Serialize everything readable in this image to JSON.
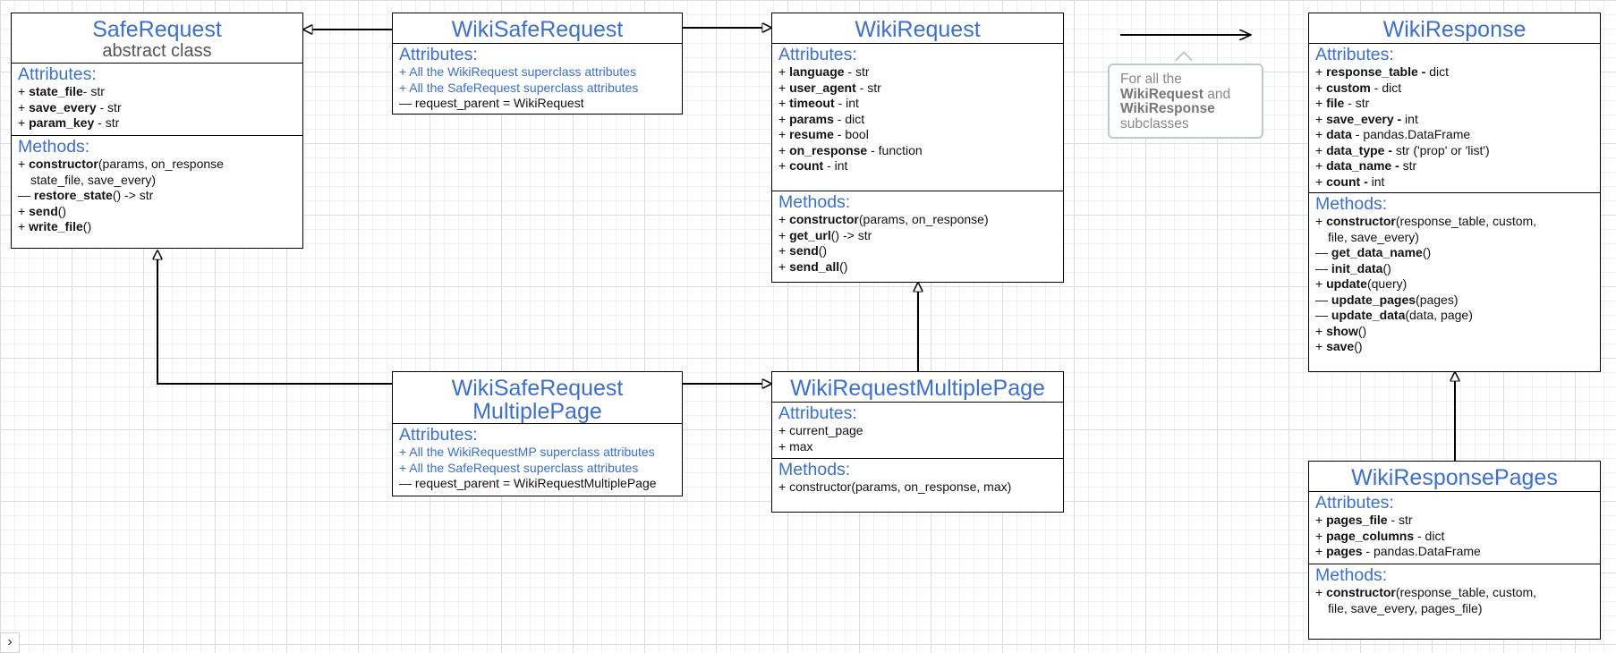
{
  "classes": {
    "safe_request": {
      "title": "SafeRequest",
      "subtitle": "abstract class",
      "attributes_heading": "Attributes:",
      "attributes": [
        {
          "prefix": "+ ",
          "name": "state_file",
          "suffix": "- str"
        },
        {
          "prefix": "+ ",
          "name": "save_every",
          "suffix": " - str"
        },
        {
          "prefix": "+ ",
          "name": "param_key",
          "suffix": " - str"
        }
      ],
      "methods_heading": "Methods:",
      "methods": [
        {
          "prefix": "+ ",
          "name": "constructor",
          "suffix": "(params, on_response"
        },
        {
          "prefix": "",
          "name": "",
          "suffix": "state_file, save_every)"
        },
        {
          "prefix": "— ",
          "name": "restore_state",
          "suffix": "() -> str"
        },
        {
          "prefix": "+ ",
          "name": "send",
          "suffix": "()"
        },
        {
          "prefix": "+ ",
          "name": "write_file",
          "suffix": "()"
        }
      ]
    },
    "wiki_safe_request": {
      "title": "WikiSafeRequest",
      "attributes_heading": "Attributes:",
      "attributes": [
        {
          "prefix": "+ ",
          "name": "",
          "suffix": "All the WikiRequest superclass attributes",
          "blue": true
        },
        {
          "prefix": "+ ",
          "name": "",
          "suffix": "All the SafeRequest superclass attributes",
          "blue": true
        },
        {
          "prefix": "— ",
          "name": "",
          "suffix": "request_parent = WikiRequest"
        }
      ]
    },
    "wiki_request": {
      "title": "WikiRequest",
      "attributes_heading": "Attributes:",
      "attributes": [
        {
          "prefix": "+ ",
          "name": "language",
          "suffix": " - str"
        },
        {
          "prefix": "+ ",
          "name": "user_agent",
          "suffix": " - str"
        },
        {
          "prefix": "+ ",
          "name": "timeout",
          "suffix": " - int"
        },
        {
          "prefix": "+ ",
          "name": "params",
          "suffix": " - dict"
        },
        {
          "prefix": "+ ",
          "name": "resume",
          "suffix": " - bool"
        },
        {
          "prefix": "+ ",
          "name": "on_response",
          "suffix": " - function"
        },
        {
          "prefix": "+ ",
          "name": "count",
          "suffix": " - int"
        }
      ],
      "methods_heading": "Methods:",
      "methods": [
        {
          "prefix": "+ ",
          "name": "constructor",
          "suffix": "(params, on_response)"
        },
        {
          "prefix": "+ ",
          "name": "get_url",
          "suffix": "() -> str"
        },
        {
          "prefix": "+ ",
          "name": "send",
          "suffix": "()"
        },
        {
          "prefix": "+ ",
          "name": "send_all",
          "suffix": "()"
        }
      ]
    },
    "wiki_response": {
      "title": "WikiResponse",
      "attributes_heading": "Attributes:",
      "attributes": [
        {
          "prefix": "+ ",
          "name": "response_table - ",
          "suffix": "dict"
        },
        {
          "prefix": "+ ",
          "name": "custom",
          "suffix": " - dict"
        },
        {
          "prefix": "+ ",
          "name": "file",
          "suffix": " - str"
        },
        {
          "prefix": "+ ",
          "name": "save_every - ",
          "suffix": "int"
        },
        {
          "prefix": "+ ",
          "name": "data",
          "suffix": " - pandas.DataFrame"
        },
        {
          "prefix": "+ ",
          "name": "data_type - ",
          "suffix": "str ('prop' or 'list')"
        },
        {
          "prefix": "+ ",
          "name": "data_name - ",
          "suffix": "str"
        },
        {
          "prefix": "+ ",
          "name": "count - ",
          "suffix": "int"
        }
      ],
      "methods_heading": "Methods:",
      "methods": [
        {
          "prefix": "+ ",
          "name": "constructor",
          "suffix": "(response_table, custom,"
        },
        {
          "prefix": "",
          "name": "",
          "suffix": "file, save_every)"
        },
        {
          "prefix": "— ",
          "name": "get_data_name",
          "suffix": "()"
        },
        {
          "prefix": "— ",
          "name": "init_data",
          "suffix": "()"
        },
        {
          "prefix": "+ ",
          "name": "update",
          "suffix": "(query)"
        },
        {
          "prefix": "— ",
          "name": "update_pages",
          "suffix": "(pages)"
        },
        {
          "prefix": "— ",
          "name": "update_data",
          "suffix": "(data, page)"
        },
        {
          "prefix": "+ ",
          "name": "show",
          "suffix": "()"
        },
        {
          "prefix": "+ ",
          "name": "save",
          "suffix": "()"
        }
      ]
    },
    "wiki_safe_request_mp": {
      "title": "WikiSafeRequest",
      "title2": "MultiplePage",
      "attributes_heading": "Attributes:",
      "attributes": [
        {
          "prefix": "+ ",
          "name": "",
          "suffix": "All the WikiRequestMP superclass attributes",
          "blue": true
        },
        {
          "prefix": "+ ",
          "name": "",
          "suffix": "All the SafeRequest superclass attributes",
          "blue": true
        },
        {
          "prefix": "— ",
          "name": "",
          "suffix": "request_parent = WikiRequestMultiplePage"
        }
      ]
    },
    "wiki_request_mp": {
      "title": "WikiRequestMultiplePage",
      "attributes_heading": "Attributes:",
      "attributes": [
        {
          "prefix": "+ ",
          "name": "",
          "suffix": "current_page"
        },
        {
          "prefix": "+ ",
          "name": "",
          "suffix": "max"
        }
      ],
      "methods_heading": "Methods:",
      "methods": [
        {
          "prefix": "+ ",
          "name": "",
          "suffix": "constructor(params, on_response, max)"
        }
      ]
    },
    "wiki_response_pages": {
      "title": "WikiResponsePages",
      "attributes_heading": "Attributes:",
      "attributes": [
        {
          "prefix": "+ ",
          "name": "pages_file",
          "suffix": " - str"
        },
        {
          "prefix": "+ ",
          "name": "page_columns",
          "suffix": " - dict"
        },
        {
          "prefix": "+ ",
          "name": "pages",
          "suffix": " - pandas.DataFrame"
        }
      ],
      "methods_heading": "Methods:",
      "methods": [
        {
          "prefix": "+ ",
          "name": "constructor",
          "suffix": "(response_table, custom,"
        },
        {
          "prefix": "",
          "name": "",
          "suffix": "file, save_every, pages_file)"
        }
      ]
    }
  },
  "note": {
    "pre": "For all the",
    "bold1": "WikiRequest",
    "mid": " and",
    "bold2": "WikiResponse",
    "post": "subclasses"
  },
  "toggle_icon": "chevron-right-icon",
  "toggle_glyph": "›",
  "colors": {
    "class_title": "#3a6fd4",
    "grid": "#d9dde8",
    "note_border": "#bfc7cf"
  }
}
